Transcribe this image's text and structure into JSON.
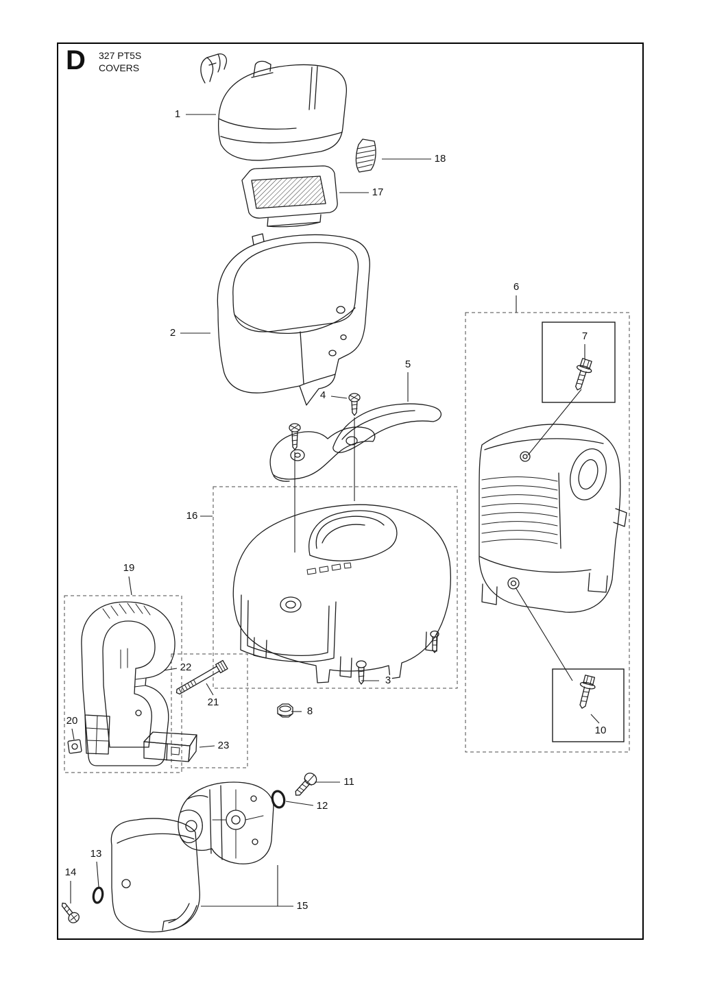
{
  "header": {
    "section_letter": "D",
    "model": "327 PT5S",
    "title": "COVERS"
  },
  "callouts": {
    "c1": "1",
    "c2": "2",
    "c3": "3",
    "c4": "4",
    "c5": "5",
    "c6": "6",
    "c7": "7",
    "c8": "8",
    "c10": "10",
    "c11": "11",
    "c12": "12",
    "c13": "13",
    "c14": "14",
    "c15": "15",
    "c16": "16",
    "c17": "17",
    "c18": "18",
    "c19": "19",
    "c20": "20",
    "c21": "21",
    "c22": "22",
    "c23": "23"
  }
}
